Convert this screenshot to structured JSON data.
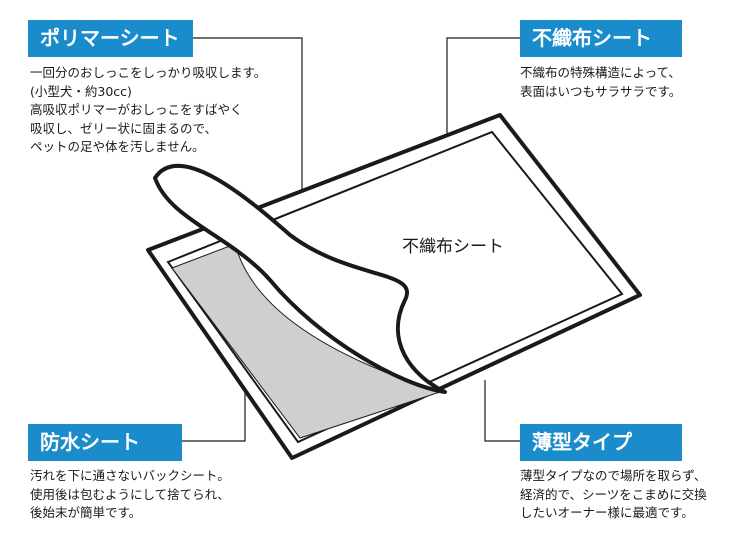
{
  "polymer": {
    "title": "ポリマーシート",
    "lines": [
      "一回分のおしっこをしっかり吸収します。",
      "(小型犬・約30cc)",
      "高吸収ポリマーがおしっこをすばやく",
      "吸収し、ゼリー状に固まるので、",
      "ペットの足や体を汚しません。"
    ]
  },
  "nonwoven": {
    "title": "不織布シート",
    "lines": [
      "不織布の特殊構造によって、",
      "表面はいつもサラサラです。"
    ]
  },
  "waterproof": {
    "title": "防水シート",
    "lines": [
      "汚れを下に通さないバックシート。",
      "使用後は包むようにして捨てられ、",
      "後始末が簡単です。"
    ]
  },
  "thin": {
    "title": "薄型タイプ",
    "lines": [
      "薄型タイプなので場所を取らず、",
      "経済的で、シーツをこまめに交換",
      "したいオーナー様に最適です。"
    ]
  },
  "center_label": "不織布シート",
  "colors": {
    "accent": "#1a8ccc",
    "gray": "#cfcfcf"
  }
}
